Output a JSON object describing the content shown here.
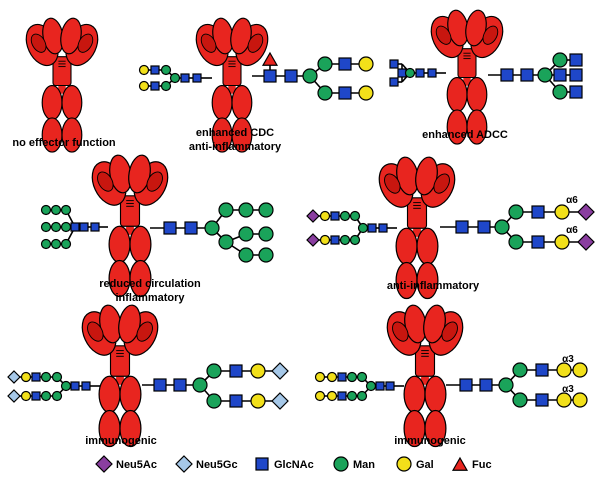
{
  "colors": {
    "antibody": "#e8251f",
    "antibody_dark": "#a8120e",
    "neu5ac": "#8a3ea0",
    "neu5gc": "#a6c8e8",
    "glcnac": "#1f47c9",
    "man": "#1aa35a",
    "gal": "#f2e01a",
    "fuc": "#e8251f"
  },
  "panels": [
    {
      "id": "no-effector",
      "label_lines": [
        "no effector function"
      ]
    },
    {
      "id": "enhanced-cdc",
      "label_lines": [
        "enhanced CDC",
        "anti-inflammatory"
      ]
    },
    {
      "id": "enhanced-adcc",
      "label_lines": [
        "enhanced ADCC"
      ]
    },
    {
      "id": "reduced-circulation",
      "label_lines": [
        "reduced circulation",
        "inflammatory"
      ]
    },
    {
      "id": "anti-inflammatory",
      "label_lines": [
        "anti-inflammatory"
      ],
      "linkages": [
        "α6",
        "α6"
      ]
    },
    {
      "id": "immunogenic-neu5gc",
      "label_lines": [
        "immunogenic"
      ]
    },
    {
      "id": "immunogenic-agal",
      "label_lines": [
        "immunogenic"
      ],
      "linkages": [
        "α3",
        "α3"
      ]
    }
  ],
  "legend": [
    {
      "icon": "diamond",
      "color_key": "neu5ac",
      "label": "Neu5Ac"
    },
    {
      "icon": "diamond",
      "color_key": "neu5gc",
      "label": "Neu5Gc"
    },
    {
      "icon": "square",
      "color_key": "glcnac",
      "label": "GlcNAc"
    },
    {
      "icon": "circle",
      "color_key": "man",
      "label": "Man"
    },
    {
      "icon": "circle",
      "color_key": "gal",
      "label": "Gal"
    },
    {
      "icon": "triangle",
      "color_key": "fuc",
      "label": "Fuc"
    }
  ]
}
